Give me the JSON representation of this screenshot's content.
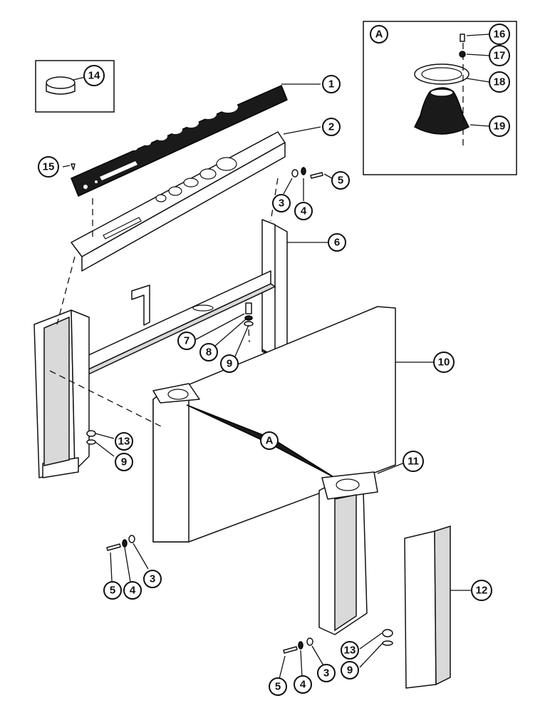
{
  "callouts": {
    "c1": "1",
    "c2": "2",
    "c3a": "3",
    "c3b": "3",
    "c3c": "3",
    "c4a": "4",
    "c4b": "4",
    "c4c": "4",
    "c5a": "5",
    "c5b": "5",
    "c5c": "5",
    "c6": "6",
    "c7": "7",
    "c8": "8",
    "c9a": "9",
    "c9b": "9",
    "c9c": "9",
    "c10": "10",
    "c11": "11",
    "c12": "12",
    "c13a": "13",
    "c13b": "13",
    "c14": "14",
    "c15": "15",
    "c16": "16",
    "c17": "17",
    "c18": "18",
    "c19": "19",
    "detailA": "A",
    "refA": "A"
  }
}
